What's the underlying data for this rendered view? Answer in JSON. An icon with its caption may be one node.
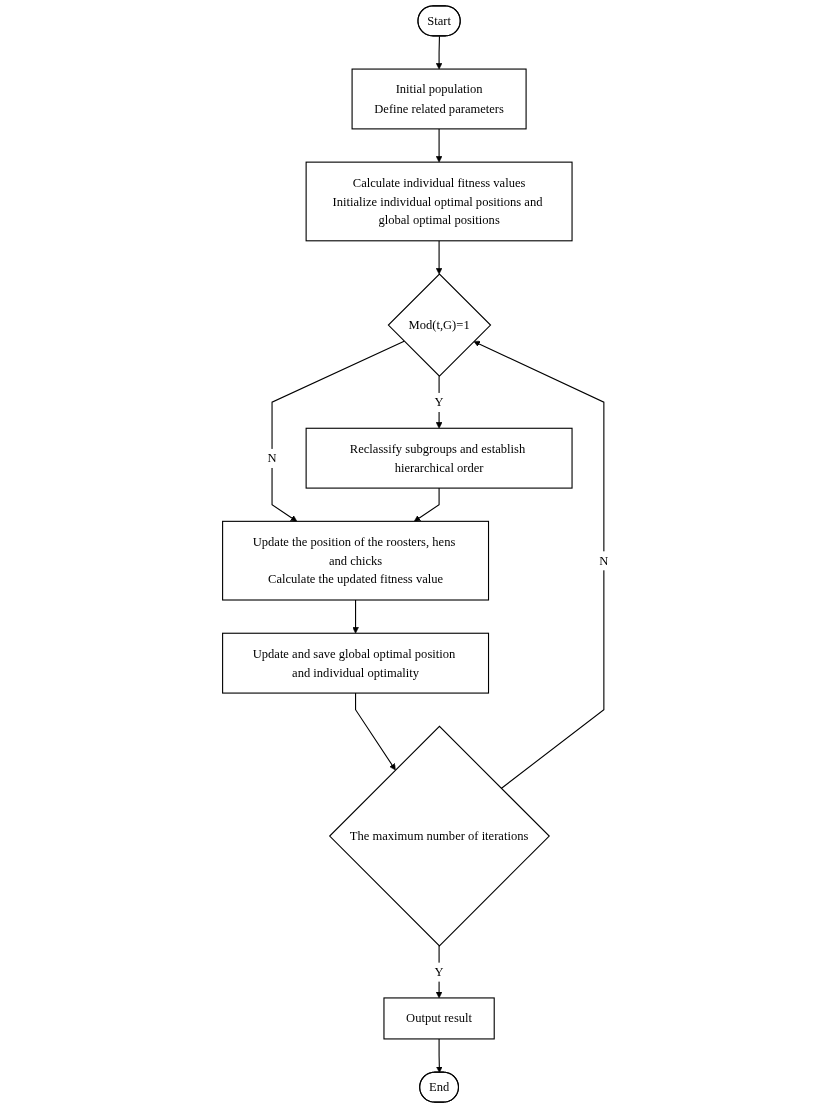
{
  "diagram": {
    "nodes": [
      {
        "text": [
          "Start"
        ]
      },
      {
        "text": [
          "Initial population",
          "Define related parameters"
        ]
      },
      {
        "text": [
          "Calculate individual fitness values",
          "Initialize individual optimal positions and global optimal positions"
        ]
      },
      {
        "text": [
          "Mod(t,G)=1"
        ]
      },
      {
        "text": [
          "Reclassify subgroups and establish hierarchical order"
        ]
      },
      {
        "text": [
          "Update the position of the roosters, hens and chicks",
          "Calculate the updated fitness value"
        ]
      },
      {
        "text": [
          "Update and save global optimal position and individual optimality"
        ]
      },
      {
        "text": [
          "The maximum number of iterations"
        ]
      },
      {
        "text": [
          "Output result"
        ]
      },
      {
        "text": [
          "End"
        ]
      }
    ],
    "edges": [
      {
        "from": 0,
        "to": 1,
        "arrow": "to"
      },
      {
        "from": 1,
        "to": 2,
        "arrow": "to"
      },
      {
        "from": 2,
        "to": 3,
        "arrow": "to"
      },
      {
        "from": 3,
        "to": 4,
        "arrow": "to",
        "label": "Y"
      },
      {
        "from": 3,
        "to": 5,
        "arrow": "to",
        "label": "N"
      },
      {
        "from": 4,
        "to": 5,
        "arrow": "to"
      },
      {
        "from": 5,
        "to": 6,
        "arrow": "to"
      },
      {
        "from": 6,
        "to": 7,
        "arrow": "to"
      },
      {
        "from": 7,
        "to": 3,
        "arrow": "to",
        "label": "N"
      },
      {
        "from": 7,
        "to": 8,
        "arrow": "to",
        "label": "Y"
      },
      {
        "from": 8,
        "to": 9,
        "arrow": "to"
      }
    ]
  }
}
